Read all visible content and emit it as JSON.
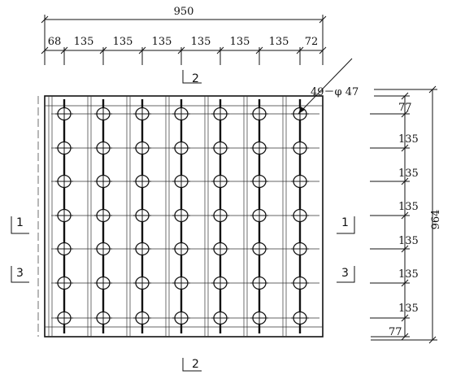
{
  "top_dimensions": {
    "overall": "950",
    "segments": [
      "68",
      "135",
      "135",
      "135",
      "135",
      "135",
      "135",
      "72"
    ]
  },
  "right_dimensions": {
    "overall": "964",
    "segments": [
      "77",
      "135",
      "135",
      "135",
      "135",
      "135",
      "135",
      "77"
    ]
  },
  "hole_callout": "49－φ 47",
  "section_markers": {
    "top": "2",
    "bottom": "2",
    "left_upper": "1",
    "left_lower": "3",
    "right_upper": "1",
    "right_lower": "3"
  },
  "hole_grid": {
    "columns": 7,
    "rows": 7
  }
}
